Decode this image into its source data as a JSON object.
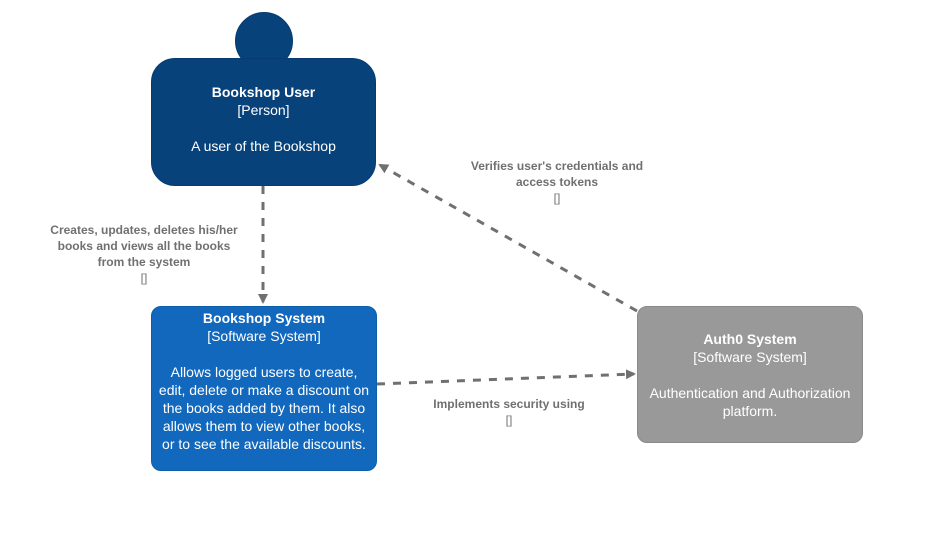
{
  "nodes": {
    "bookshop_user": {
      "name": "Bookshop User",
      "type": "[Person]",
      "description": "A user of the Bookshop"
    },
    "bookshop_system": {
      "name": "Bookshop System",
      "type": "[Software System]",
      "description": "Allows logged users to create, edit, delete or make a discount on the books added by them. It also allows them to view other books, or to see the available discounts."
    },
    "auth0_system": {
      "name": "Auth0 System",
      "type": "[Software System]",
      "description": "Authentication and Authorization platform."
    }
  },
  "edges": {
    "user_to_bookshop": {
      "line1": "Creates, updates, deletes his/her",
      "line2": "books and views all the books",
      "line3": "from the system",
      "technology": "[]"
    },
    "auth0_to_user": {
      "line1": "Verifies user's credentials and",
      "line2": "access tokens",
      "technology": "[]"
    },
    "bookshop_to_auth0": {
      "line1": "Implements security using",
      "technology": "[]"
    }
  },
  "colors": {
    "person": "#08427b",
    "internal_system": "#1168bd",
    "external_system": "#999999",
    "edge": "#707070"
  }
}
